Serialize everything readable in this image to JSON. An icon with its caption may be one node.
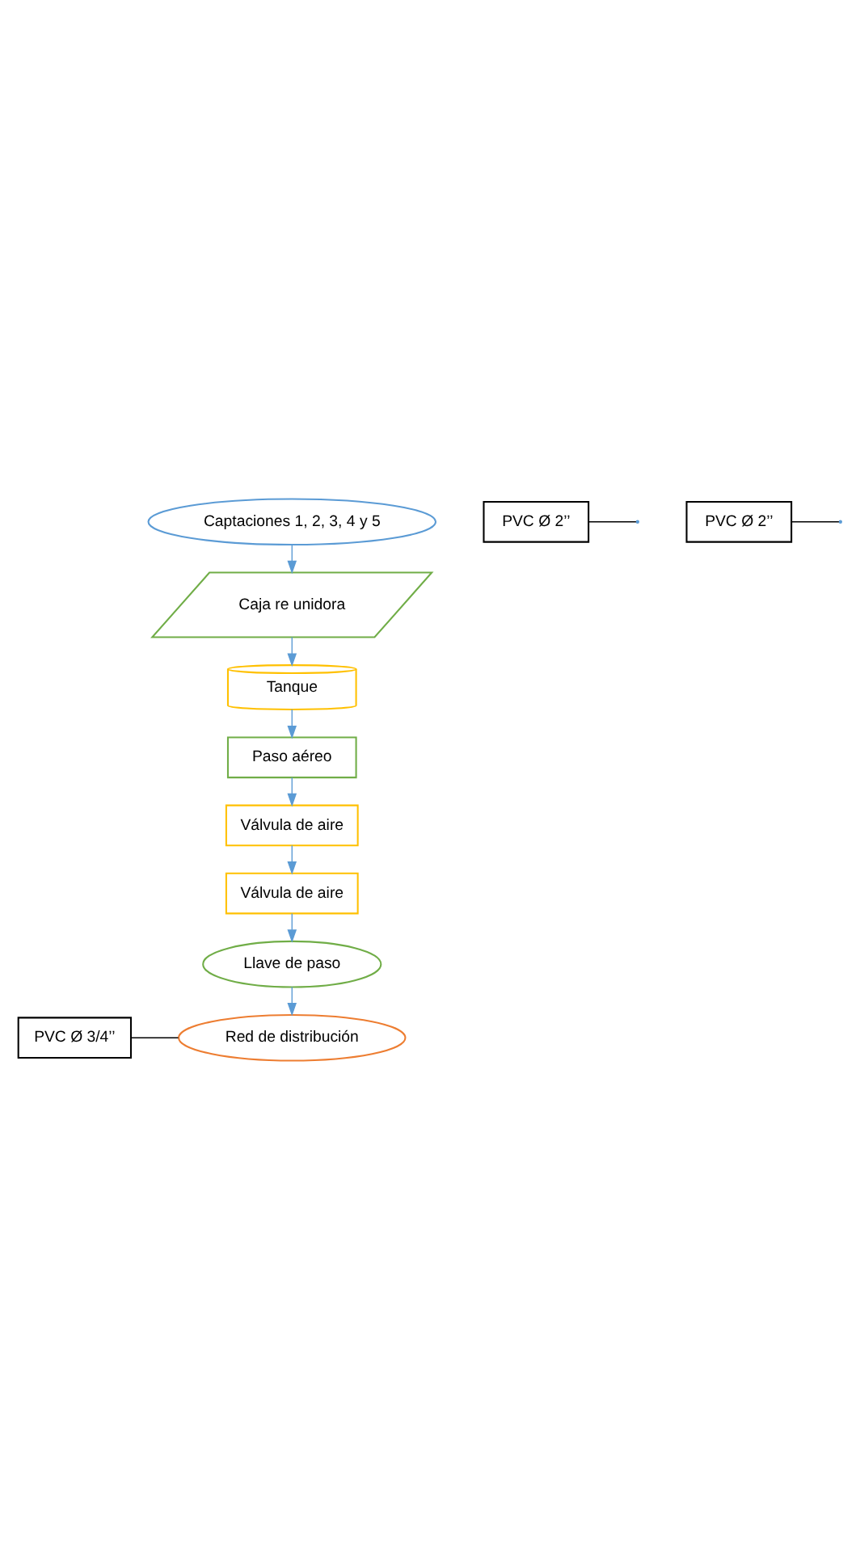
{
  "diagram": {
    "nodes": [
      {
        "text": [
          "Captaciones 1, 2, 3, 4 y 5"
        ]
      },
      {
        "text": [
          "Caja re unidora"
        ]
      },
      {
        "text": [
          "Tanque"
        ]
      },
      {
        "text": [
          "Paso aéreo"
        ]
      },
      {
        "text": [
          "Válvula de aire"
        ]
      },
      {
        "text": [
          "Válvula de aire"
        ]
      },
      {
        "text": [
          "Llave de paso"
        ]
      },
      {
        "text": [
          "Red de distribución"
        ]
      },
      {
        "text": [
          "PVC Ø 2’’"
        ]
      },
      {
        "text": [
          "PVC Ø 2’’"
        ]
      },
      {
        "text": [
          "PVC Ø 3/4’’"
        ]
      }
    ],
    "edges": [
      {
        "from": 0,
        "to": 1,
        "arrow": "to"
      },
      {
        "from": 1,
        "to": 2,
        "arrow": "to"
      },
      {
        "from": 2,
        "to": 3,
        "arrow": "to"
      },
      {
        "from": 3,
        "to": 4,
        "arrow": "to"
      },
      {
        "from": 4,
        "to": 5,
        "arrow": "to"
      },
      {
        "from": 5,
        "to": 6,
        "arrow": "to"
      },
      {
        "from": 6,
        "to": 7,
        "arrow": "to"
      },
      {
        "from": 8,
        "to": null,
        "arrow": "none",
        "color": "#000000"
      },
      {
        "from": 9,
        "to": null,
        "arrow": "none",
        "color": "#000000"
      },
      {
        "from": 10,
        "to": 7,
        "arrow": "none",
        "color": "#000000"
      }
    ]
  }
}
